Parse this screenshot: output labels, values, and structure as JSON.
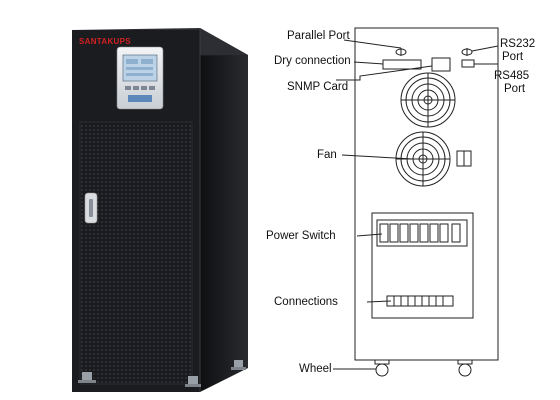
{
  "brand": "SANTAKUPS",
  "labels": {
    "parallel_port": "Parallel Port",
    "dry_connection": "Dry connection",
    "snmp_card": "SNMP Card",
    "fan": "Fan",
    "power_switch": "Power Switch",
    "connections": "Connections",
    "wheel": "Wheel",
    "rs232_line1": "RS232",
    "rs232_line2": "Port",
    "rs485_line1": "RS485",
    "rs485_line2": "Port"
  },
  "colors": {
    "cabinet": "#1b1c1f",
    "brand": "#d32020",
    "display": "#bcd2e6",
    "diagram_line": "#222222"
  }
}
